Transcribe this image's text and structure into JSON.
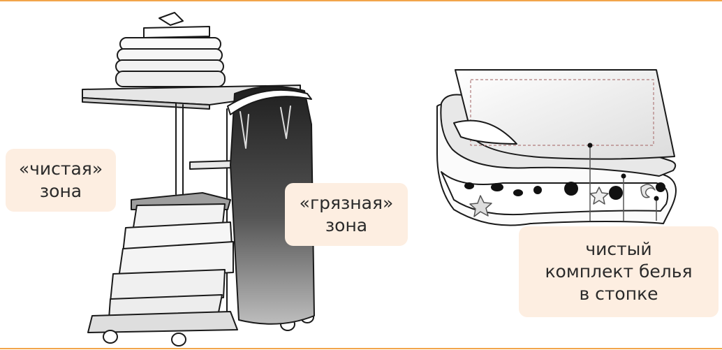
{
  "colors": {
    "rule": "#f2a54a",
    "label_bg": "#fdeee1",
    "line": "#1a1a1a",
    "fabric_fill": "#f4f4f4",
    "bag_dark": "#2a2a2a"
  },
  "labels": {
    "clean_zone": {
      "line1": "«чистая»",
      "line2": "зона"
    },
    "dirty_zone": {
      "line1": "«грязная»",
      "line2": "зона"
    },
    "clean_set": {
      "line1": "чистый",
      "line2": "комплект белья",
      "line3": "в стопке"
    }
  },
  "icons": [
    "linen-cart-icon",
    "folded-linen-stack-icon"
  ]
}
